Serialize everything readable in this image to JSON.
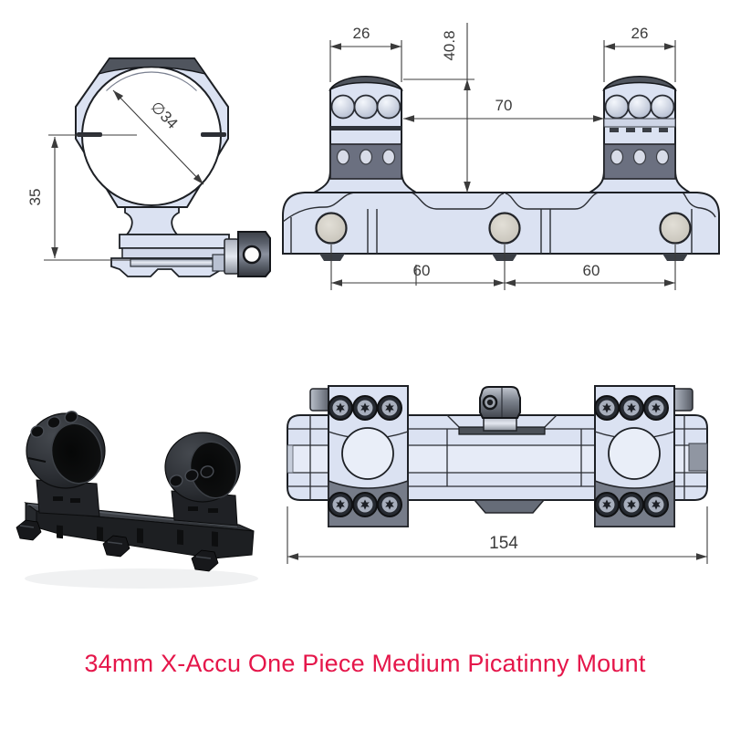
{
  "title": {
    "text": "34mm X-Accu One Piece Medium Picatinny Mount",
    "color": "#e5164a"
  },
  "drawing": {
    "colors": {
      "body_fill": "#dbe2f2",
      "body_fill_light": "#e9eef8",
      "dark_band": "#6b7080",
      "cap_dark": "#50555e",
      "outline": "#1d2025",
      "dimension_line": "#3b3b3b",
      "bolt_fill": "#cdc9c0",
      "photo_black": "#1d1f23"
    },
    "front_view": {
      "dim_height": "35",
      "dim_bore": "∅34"
    },
    "side_view": {
      "dim_ring_width_left": "26",
      "dim_ring_width_right": "26",
      "dim_height_to_top": "40.8",
      "dim_inner_span": "70",
      "dim_bolt_spacing_left": "60",
      "dim_bolt_spacing_right": "60"
    },
    "top_view": {
      "dim_overall_length": "154"
    }
  }
}
